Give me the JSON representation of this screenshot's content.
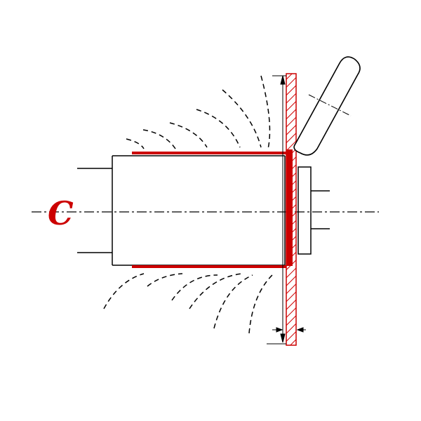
{
  "diagram": {
    "label": "C",
    "colors": {
      "accent": "#cc0000",
      "line": "#000000",
      "background": "#ffffff"
    },
    "icons": {
      "shaft": "cylinder-shape",
      "tool": "inclined-tool-shape",
      "plate": "hatched-plate-shape",
      "centerline": "dash-dot-axis",
      "field": "dashed-flux-lines"
    }
  }
}
